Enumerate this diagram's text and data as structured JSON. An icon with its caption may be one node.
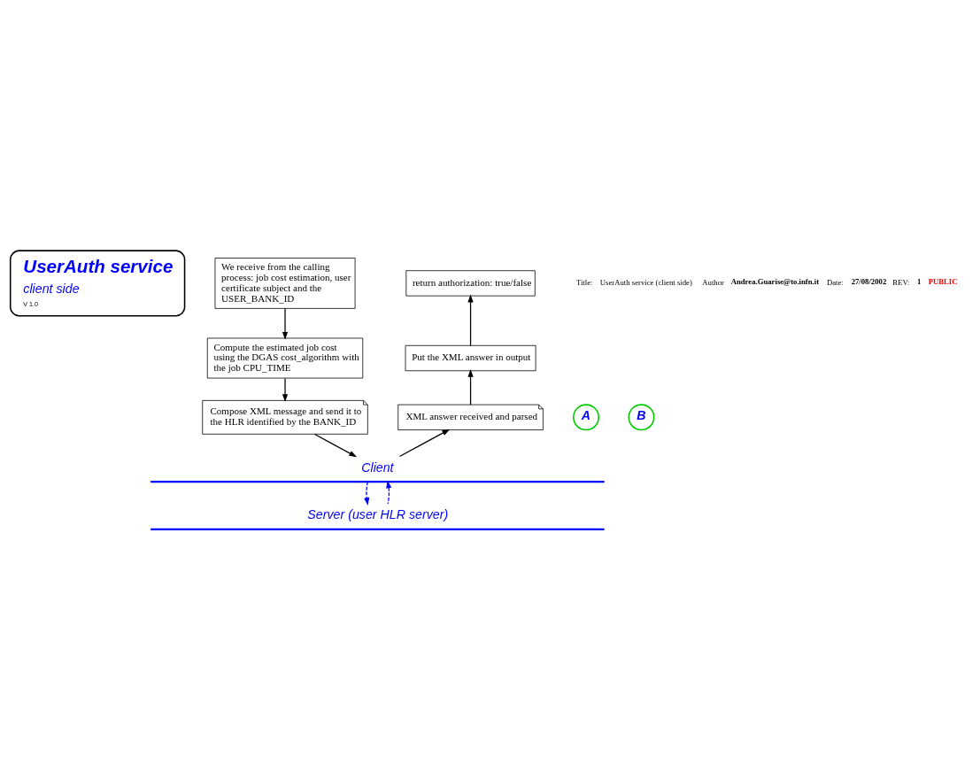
{
  "diagram": {
    "nodes": [
      {
        "text": [
          "UserAuth service",
          "client side",
          "V 1.0"
        ]
      },
      {
        "text": [
          "We receive from the calling process: job cost estimation, user certificate subject and the USER_BANK_ID"
        ]
      },
      {
        "text": [
          "Compute the estimated job cost using the DGAS cost_algorithm with the job CPU_TIME"
        ]
      },
      {
        "text": [
          "Compose XML message and send it to the HLR identified by the BANK_ID"
        ]
      },
      {
        "text": [
          "return authorization: true/false"
        ]
      },
      {
        "text": [
          "Put the XML answer in output"
        ]
      },
      {
        "text": [
          "XML answer received and parsed"
        ]
      },
      {
        "text": [
          "A"
        ]
      },
      {
        "text": [
          "B"
        ]
      },
      {
        "text": [
          "Client"
        ]
      },
      {
        "text": [
          "Server (user HLR server)"
        ]
      }
    ],
    "edges": [
      {
        "from": 1,
        "to": 2,
        "arrow": "to"
      },
      {
        "from": 2,
        "to": 3,
        "arrow": "to"
      },
      {
        "from": 3,
        "to": 9,
        "arrow": "to"
      },
      {
        "from": 9,
        "to": 6,
        "arrow": "to"
      },
      {
        "from": 6,
        "to": 5,
        "arrow": "to"
      },
      {
        "from": 5,
        "to": 4,
        "arrow": "to"
      },
      {
        "from": 9,
        "to": 10,
        "arrow": "to",
        "style": "dashed",
        "color": "#0000ff"
      },
      {
        "from": 10,
        "to": 9,
        "arrow": "to",
        "style": "dashed",
        "color": "#0000ff"
      }
    ],
    "labels": [
      "Title:",
      "UserAuth service (client side)",
      "Author",
      "Andrea.Guarise@to.infn.it",
      "Date:",
      "27/08/2002",
      "REV:",
      "1",
      "PUBLIC"
    ]
  }
}
